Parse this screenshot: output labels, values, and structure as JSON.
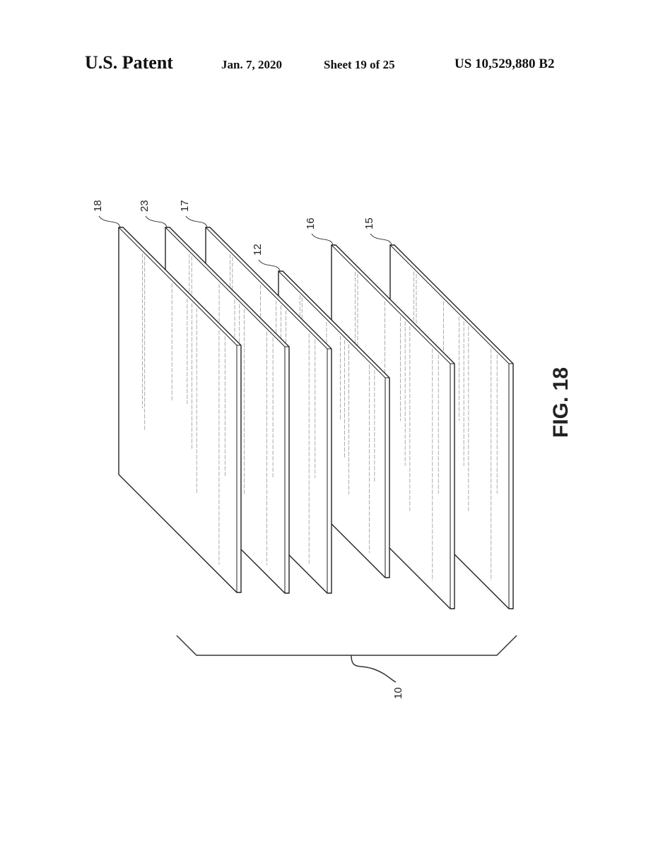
{
  "header": {
    "title": "U.S. Patent",
    "date": "Jan. 7, 2020",
    "sheet": "Sheet 19 of 25",
    "patent_number": "US 10,529,880 B2"
  },
  "figure": {
    "label": "FIG. 18",
    "assembly_ref": "10",
    "panels": [
      {
        "ref": "15"
      },
      {
        "ref": "16"
      },
      {
        "ref": "12"
      },
      {
        "ref": "17"
      },
      {
        "ref": "23"
      },
      {
        "ref": "18"
      }
    ]
  }
}
